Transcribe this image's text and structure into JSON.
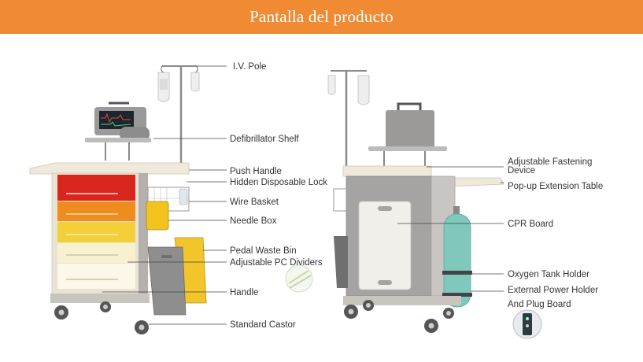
{
  "header": {
    "title": "Pantalla del producto"
  },
  "left_labels": {
    "iv_pole": "I.V. Pole",
    "defibrillator_shelf": "Defibrillator Shelf",
    "push_handle": "Push Handle",
    "hidden_lock": "Hidden Disposable Lock",
    "wire_basket": "Wire Basket",
    "needle_box": "Needle Box",
    "pedal_bin": "Pedal Waste Bin",
    "pc_dividers": "Adjustable PC Dividers",
    "handle": "Handle",
    "castor": "Standard Castor"
  },
  "right_labels": {
    "fastening_line1": "Adjustable Fastening",
    "fastening_line2": "Device",
    "extension_table": "Pop-up Extension Table",
    "cpr_board": "CPR Board",
    "oxygen_holder": "Oxygen Tank Holder",
    "power_line1": "External Power Holder",
    "power_line2": "And Plug Board"
  },
  "colors": {
    "banner": "#f08a33",
    "drawer_red": "#d9261c",
    "drawer_orange": "#ef8c1e",
    "drawer_yellow": "#f3cf3a",
    "drawer_cream": "#f7f1cf",
    "frame_beige": "#efe9dc",
    "panel_gray": "#a6a3a3",
    "oxygen_green": "#7fc8bb"
  }
}
